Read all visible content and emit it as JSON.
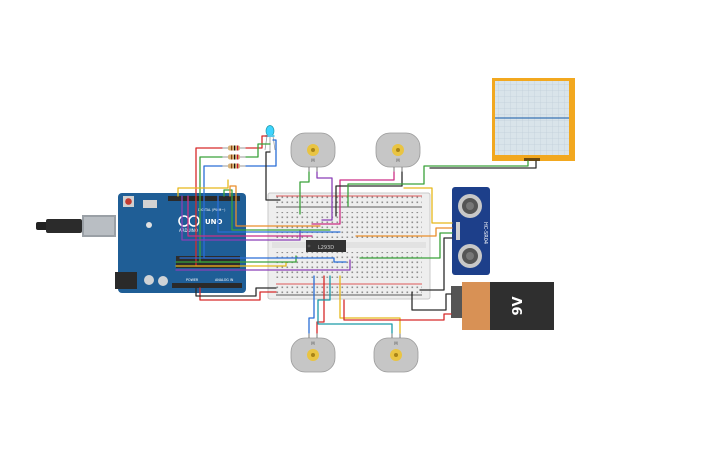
{
  "arduino": {
    "logo": "UNO",
    "brand": "ARDUINO",
    "digital_label": "DIGITAL (PWM~)",
    "power_label": "POWER",
    "analog_label": "ANALOG IN",
    "color": "#1f5e96"
  },
  "battery": {
    "label": "9V",
    "color": "#2f2f2f",
    "cap_color": "#d89155"
  },
  "sensor": {
    "label": "HC-SR04",
    "color": "#1d3f8a"
  },
  "chip": {
    "label": "L293D"
  },
  "motors": [
    {
      "id": "motor-1",
      "label": "M"
    },
    {
      "id": "motor-2",
      "label": "M"
    },
    {
      "id": "motor-3",
      "label": "M"
    },
    {
      "id": "motor-4",
      "label": "M"
    }
  ],
  "display": {
    "frame_color": "#f2a81f",
    "trace_color": "#3a73b5"
  },
  "wire_colors": {
    "red": "#d72a2a",
    "black": "#2c2c2c",
    "green": "#3aa23a",
    "blue": "#2a6ed6",
    "yellow": "#e6b81b",
    "orange": "#e98e2b",
    "purple": "#8a3fb6",
    "magenta": "#cc2f86",
    "teal": "#1b9aa8"
  }
}
